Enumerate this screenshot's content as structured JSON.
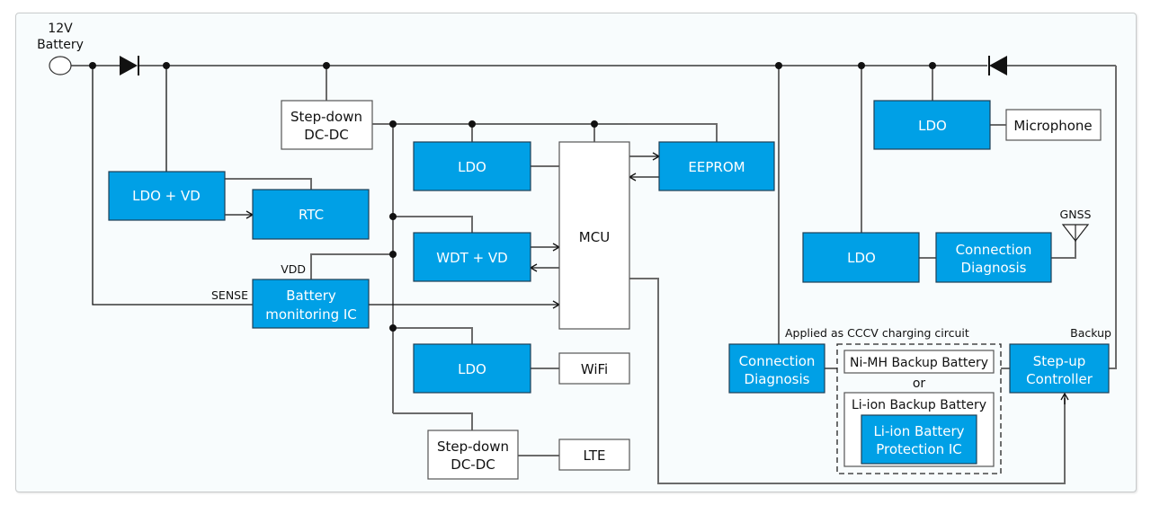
{
  "diagram": {
    "labels": {
      "battery_12v_line1": "12V",
      "battery_12v_line2": "Battery",
      "vdd": "VDD",
      "sense": "SENSE",
      "gnss": "GNSS",
      "cccv_note": "Applied as CCCV charging circuit",
      "backup": "Backup",
      "or": "or"
    },
    "blocks": {
      "ldo_vd": "LDO + VD",
      "rtc": "RTC",
      "stepdown1_line1": "Step-down",
      "stepdown1_line2": "DC-DC",
      "ldo_mcu": "LDO",
      "eeprom": "EEPROM",
      "mcu": "MCU",
      "wdt_vd": "WDT + VD",
      "batt_mon_line1": "Battery",
      "batt_mon_line2": "monitoring IC",
      "ldo_wifi": "LDO",
      "wifi": "WiFi",
      "stepdown2_line1": "Step-down",
      "stepdown2_line2": "DC-DC",
      "lte": "LTE",
      "ldo_mic": "LDO",
      "microphone": "Microphone",
      "ldo_gnss": "LDO",
      "conn_diag_gnss_line1": "Connection",
      "conn_diag_gnss_line2": "Diagnosis",
      "conn_diag_batt_line1": "Connection",
      "conn_diag_batt_line2": "Diagnosis",
      "nimh": "Ni-MH Backup Battery",
      "liion_group": "Li-ion Backup Battery",
      "liion_prot_line1": "Li-ion Battery",
      "liion_prot_line2": "Protection IC",
      "stepup_line1": "Step-up",
      "stepup_line2": "Controller"
    },
    "colors": {
      "block_blue": "#00a0e6",
      "background": "#f8fcfd"
    }
  }
}
